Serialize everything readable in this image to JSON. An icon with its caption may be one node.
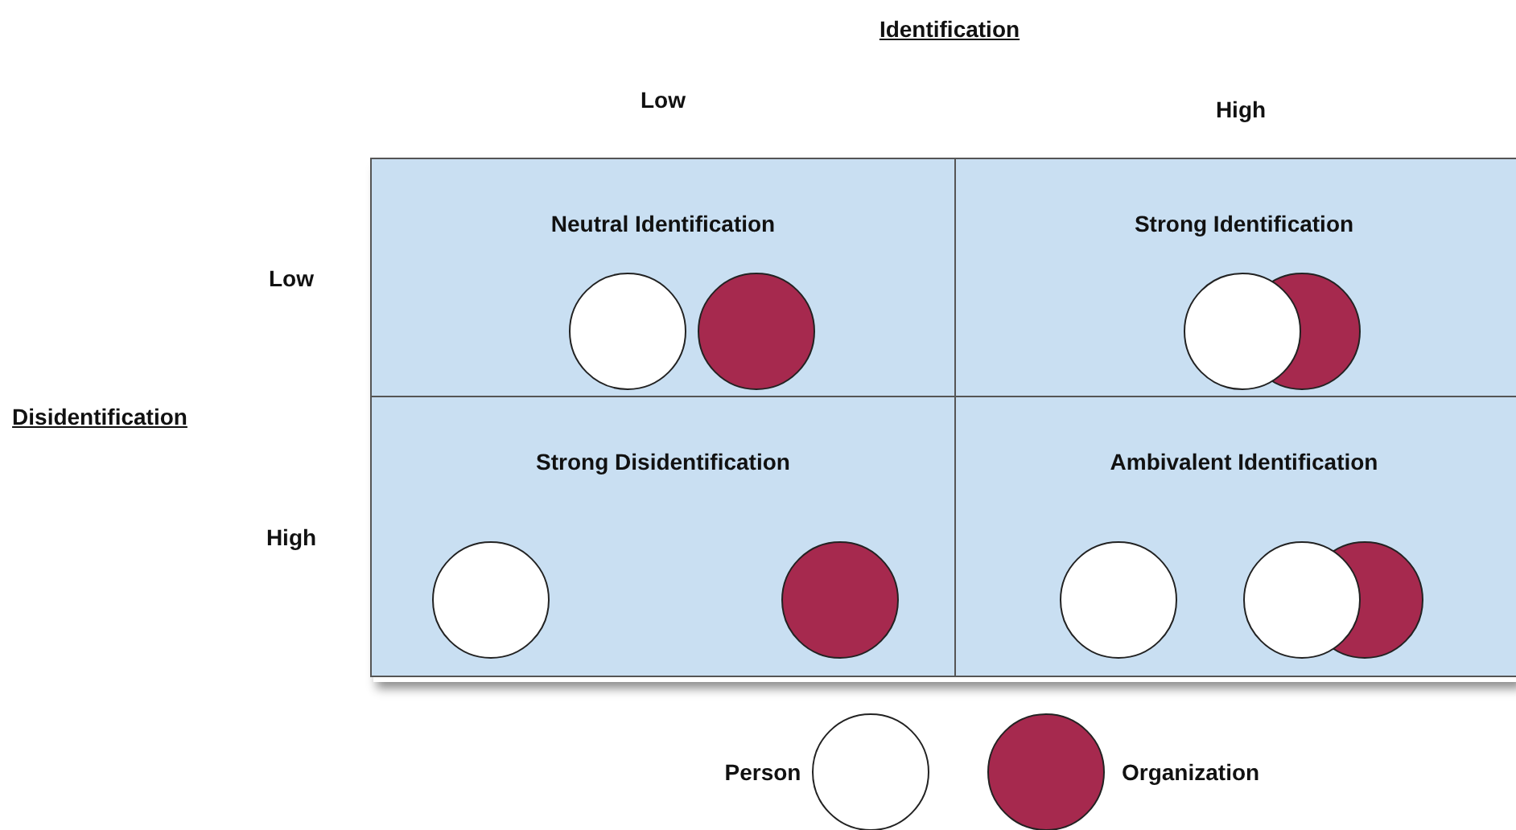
{
  "diagram": {
    "nodes": [
      {
        "text": [
          "Neutral Identification"
        ]
      },
      {
        "text": [
          "Strong Identification"
        ]
      },
      {
        "text": [
          "Strong Disidentification"
        ]
      },
      {
        "text": [
          "Ambivalent Identification"
        ]
      }
    ],
    "labels": [
      "Identification",
      "Low",
      "High",
      "Low",
      "Disidentification",
      "High"
    ],
    "legend": [
      {
        "text": "Person",
        "color": "#ffffff"
      },
      {
        "text": "Organization",
        "color": "#a6294e"
      }
    ]
  }
}
